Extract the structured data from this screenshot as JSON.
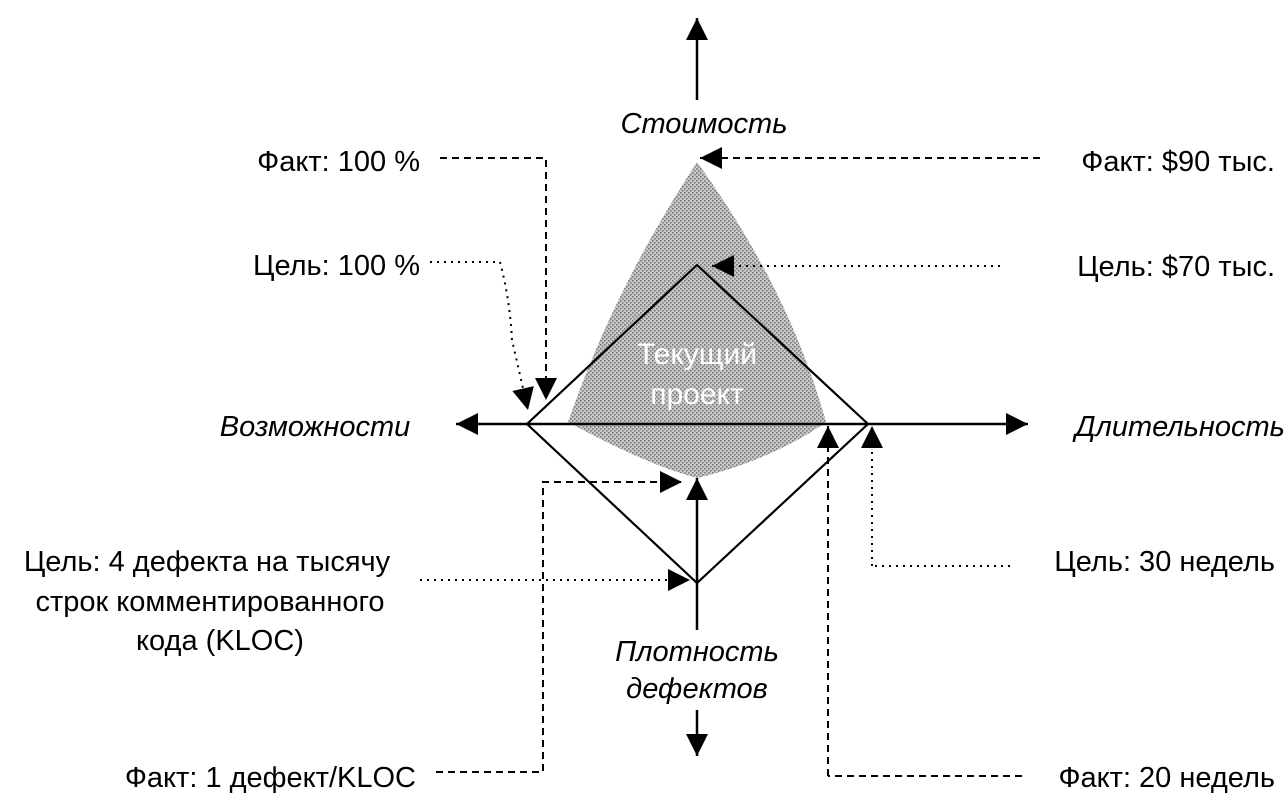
{
  "axes": {
    "cost": "Стоимость",
    "capability": "Возможности",
    "duration": "Длительность",
    "defect_density_line1": "Плотность",
    "defect_density_line2": "дефектов"
  },
  "center_label": {
    "line1": "Текущий",
    "line2": "проект"
  },
  "annotations": {
    "capability_actual": "Факт: 100 %",
    "capability_target": "Цель: 100 %",
    "cost_actual": "Факт: $90 тыс.",
    "cost_target": "Цель: $70 тыс.",
    "duration_target": "Цель: 30 недель",
    "duration_actual": "Факт: 20 недель",
    "defect_target_line1": "Цель: 4 дефекта на тысячу",
    "defect_target_line2": "строк комментированного",
    "defect_target_line3": "кода (KLOC)",
    "defect_actual": "Факт: 1 дефект/KLOC"
  },
  "colors": {
    "ink": "#000000",
    "actual_fill": "#b4b4b4",
    "label_on_fill": "#ffffff"
  }
}
